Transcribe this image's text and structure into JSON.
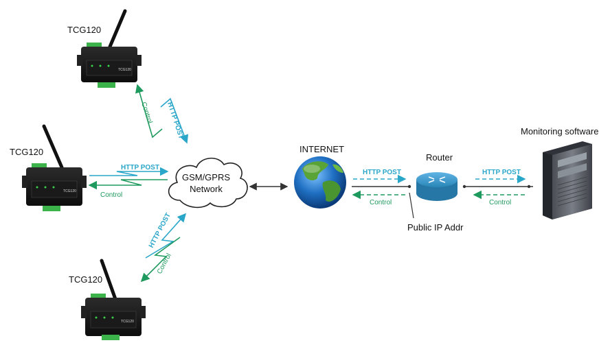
{
  "devices": [
    {
      "label": "TCG120"
    },
    {
      "label": "TCG120"
    },
    {
      "label": "TCG120"
    }
  ],
  "device_panel_text": "TCG120",
  "cloud": {
    "line1": "GSM/GPRS",
    "line2": "Network"
  },
  "internet_label": "INTERNET",
  "router_label": "Router",
  "public_ip_label": "Public IP Addr",
  "monitoring_label": "Monitoring software",
  "link_labels": {
    "post": "HTTP POST",
    "control": "Control"
  },
  "colors": {
    "post": "#2aa6c9",
    "control": "#1f9a5e",
    "router": "#2a86b8",
    "globe": "#1c63b0"
  }
}
